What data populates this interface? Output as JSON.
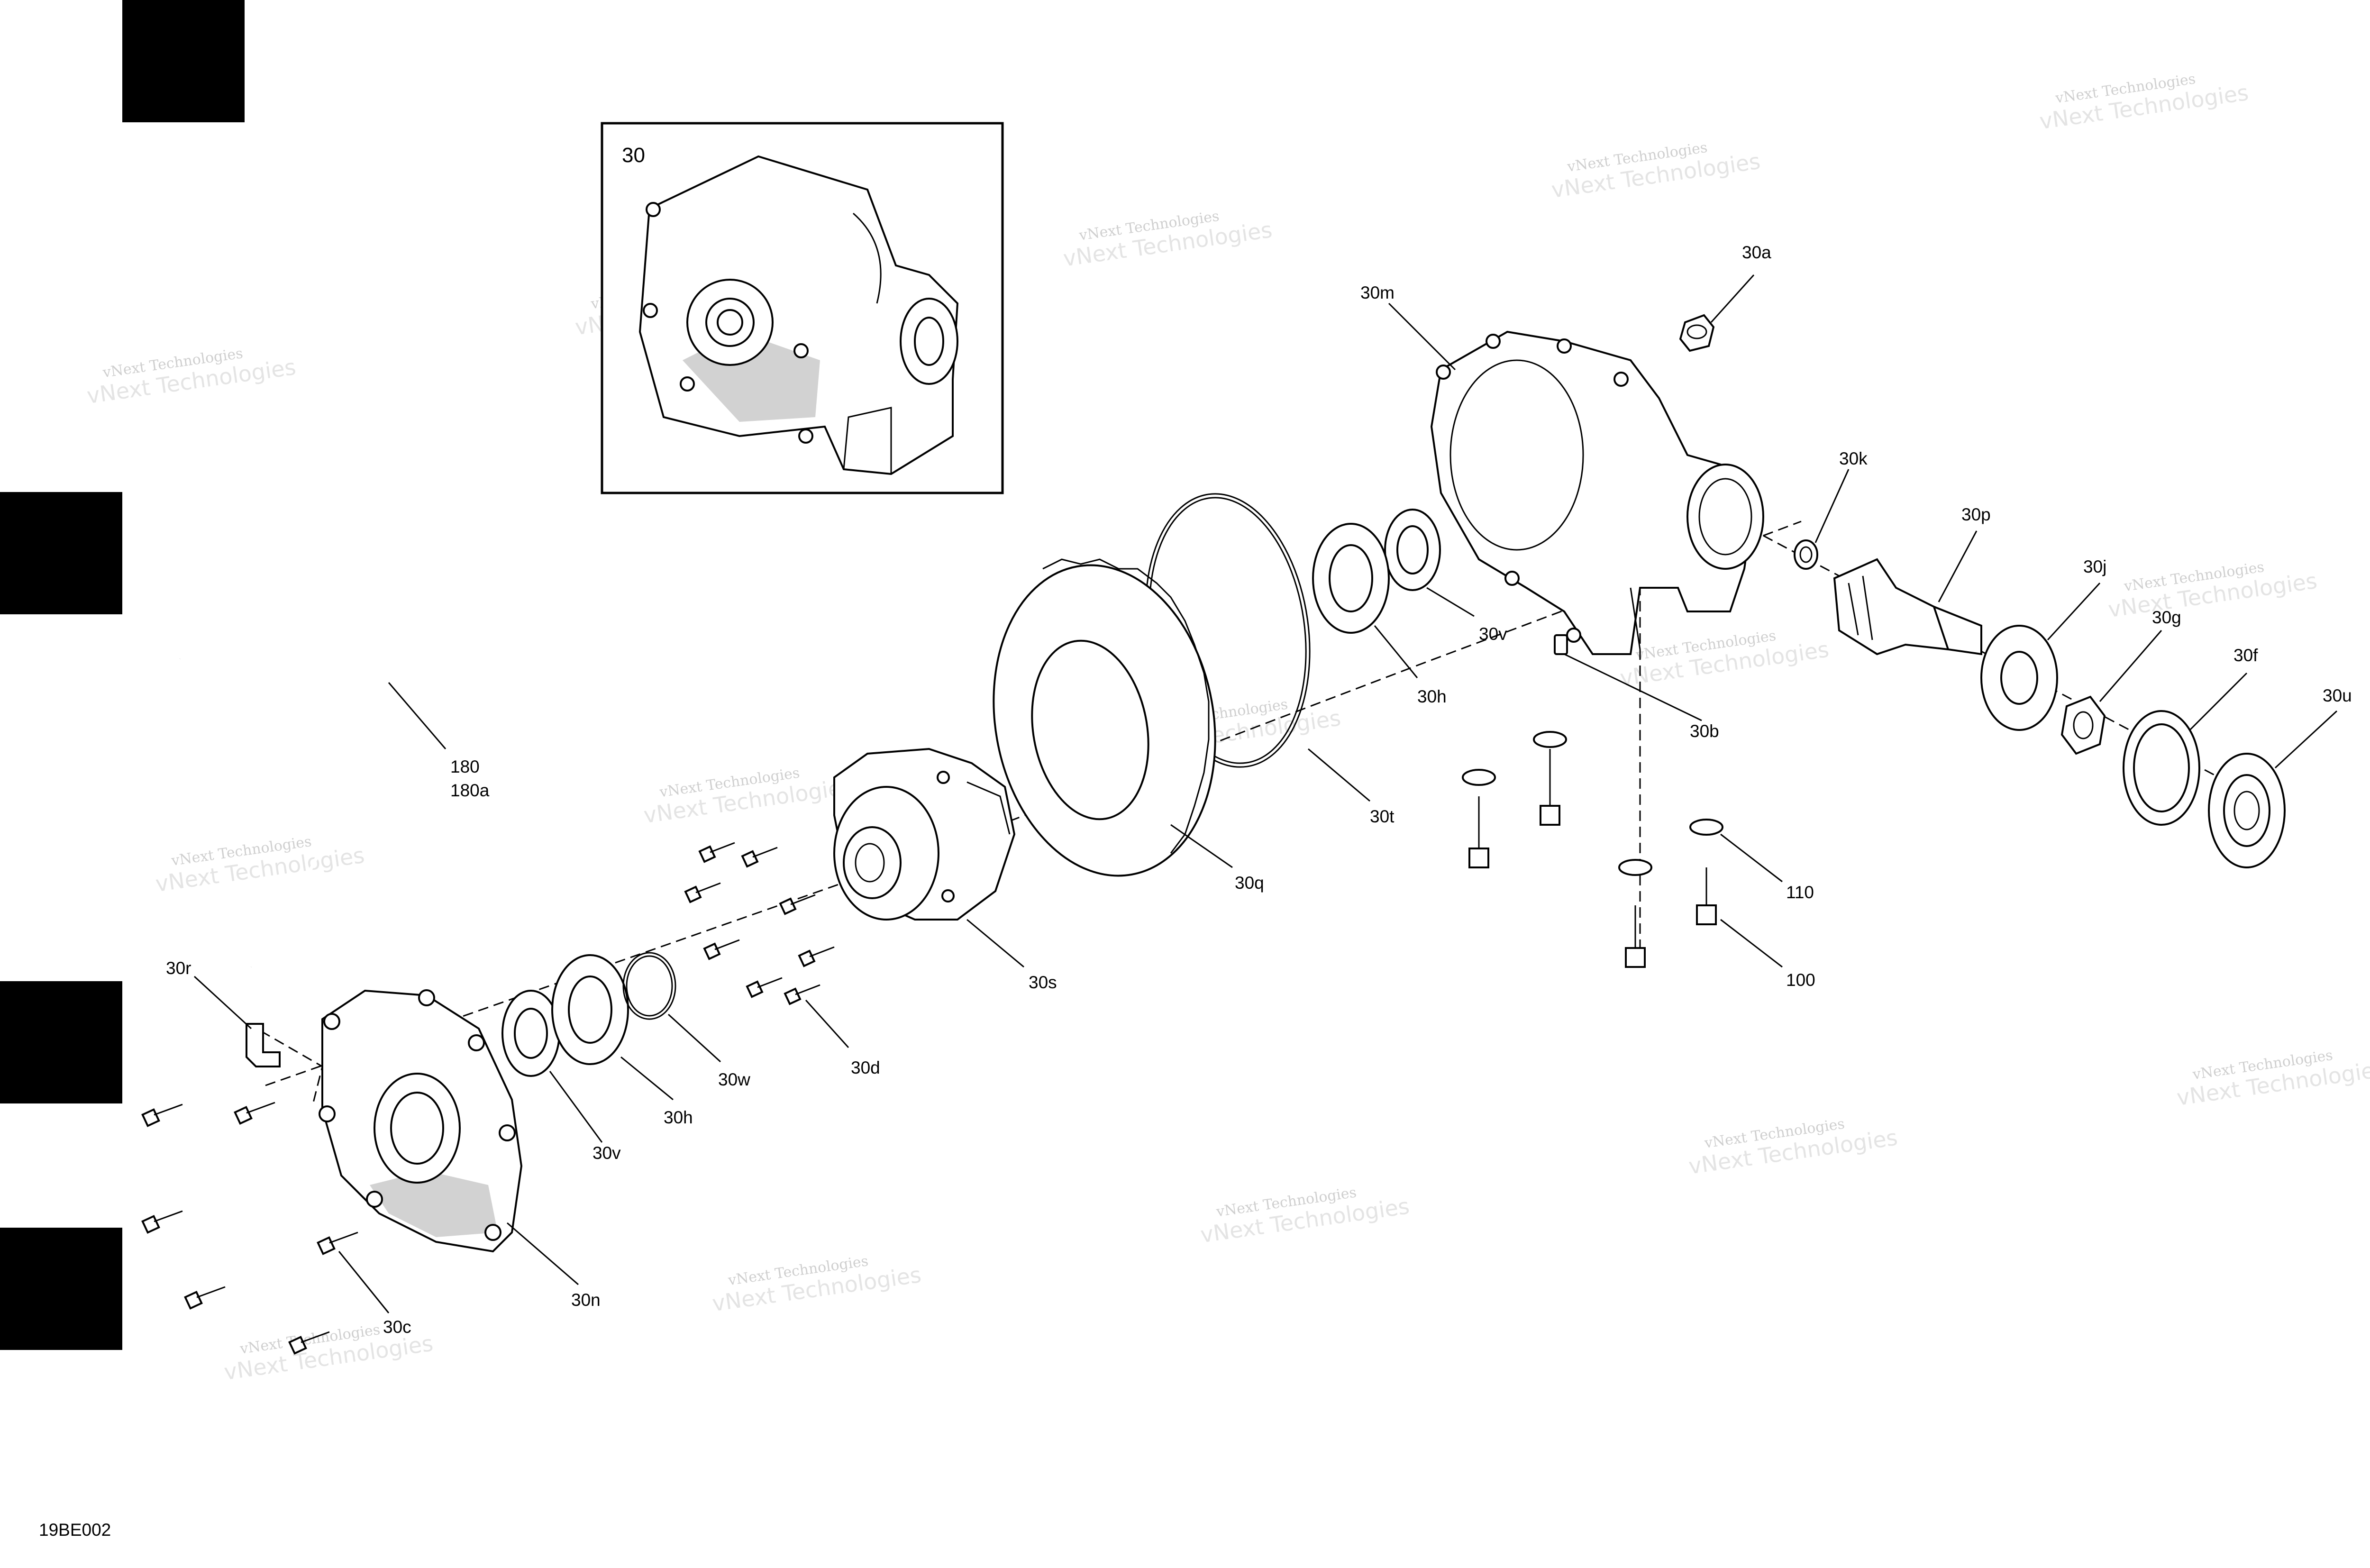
{
  "figure_code": "19BE002",
  "inset": {
    "label": "30"
  },
  "watermark": {
    "line1": "vNext Technologies",
    "line2": "vNext Technologies"
  },
  "callouts": {
    "c30a": "30a",
    "c30m": "30m",
    "c30k": "30k",
    "c30p": "30p",
    "c30j": "30j",
    "c30g": "30g",
    "c30f": "30f",
    "c30u": "30u",
    "c30v_top": "30v",
    "c30h_top": "30h",
    "c30b": "30b",
    "c30t": "30t",
    "c30q": "30q",
    "c30s": "30s",
    "c30d": "30d",
    "c30w": "30w",
    "c30h_bottom": "30h",
    "c30v_bottom": "30v",
    "c30n": "30n",
    "c30c": "30c",
    "c30r": "30r",
    "c180": "180",
    "c180a": "180a",
    "c110": "110",
    "c100": "100"
  }
}
